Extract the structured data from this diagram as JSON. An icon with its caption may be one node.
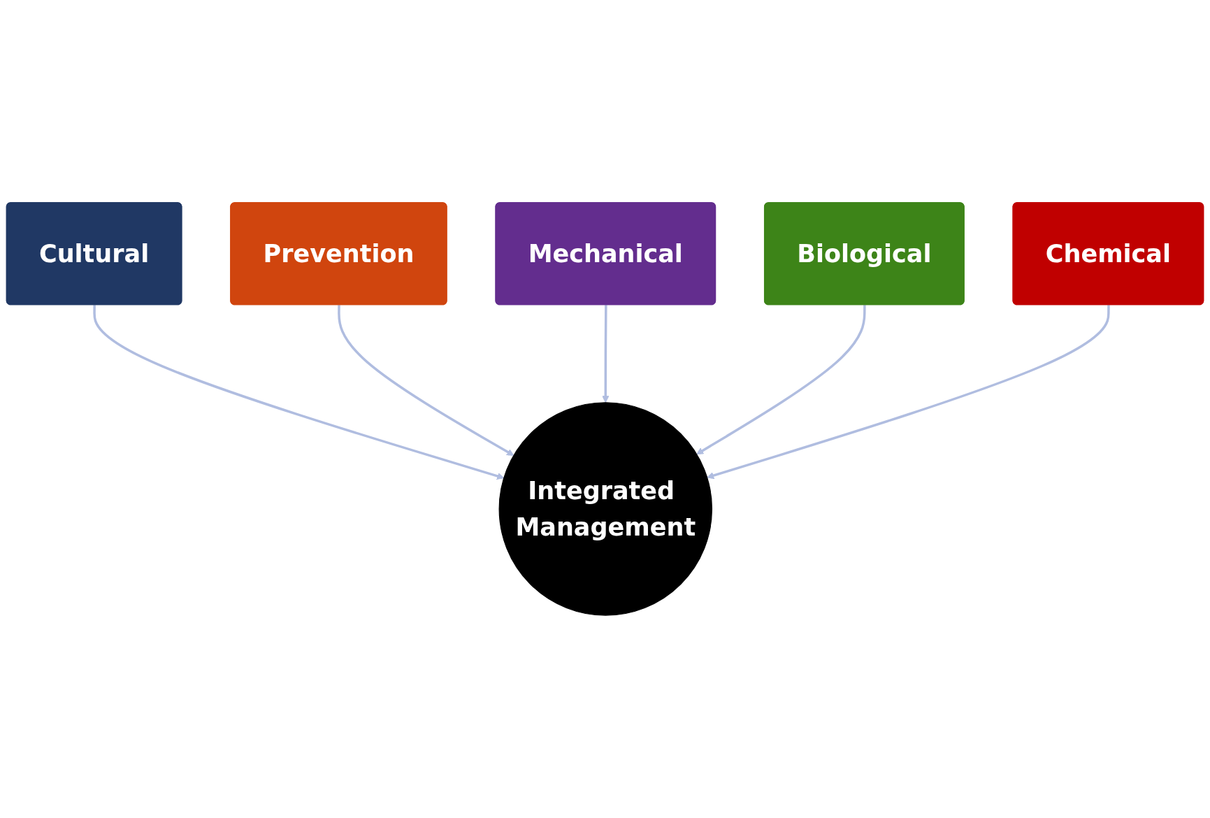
{
  "diagram": {
    "nodes": [
      {
        "text": [
          "Cultural"
        ]
      },
      {
        "text": [
          "Prevention"
        ]
      },
      {
        "text": [
          "Mechanical"
        ]
      },
      {
        "text": [
          "Integrated Management"
        ]
      },
      {
        "text": [
          "Biological"
        ]
      },
      {
        "text": [
          "Chemical"
        ]
      }
    ],
    "edges": [
      {
        "from": 0,
        "to": 3,
        "arrow": "to"
      },
      {
        "from": 1,
        "to": 3,
        "arrow": "to"
      },
      {
        "from": 2,
        "to": 3,
        "arrow": "to"
      },
      {
        "from": 4,
        "to": 3,
        "arrow": "to"
      },
      {
        "from": 5,
        "to": 3,
        "arrow": "to"
      }
    ]
  }
}
